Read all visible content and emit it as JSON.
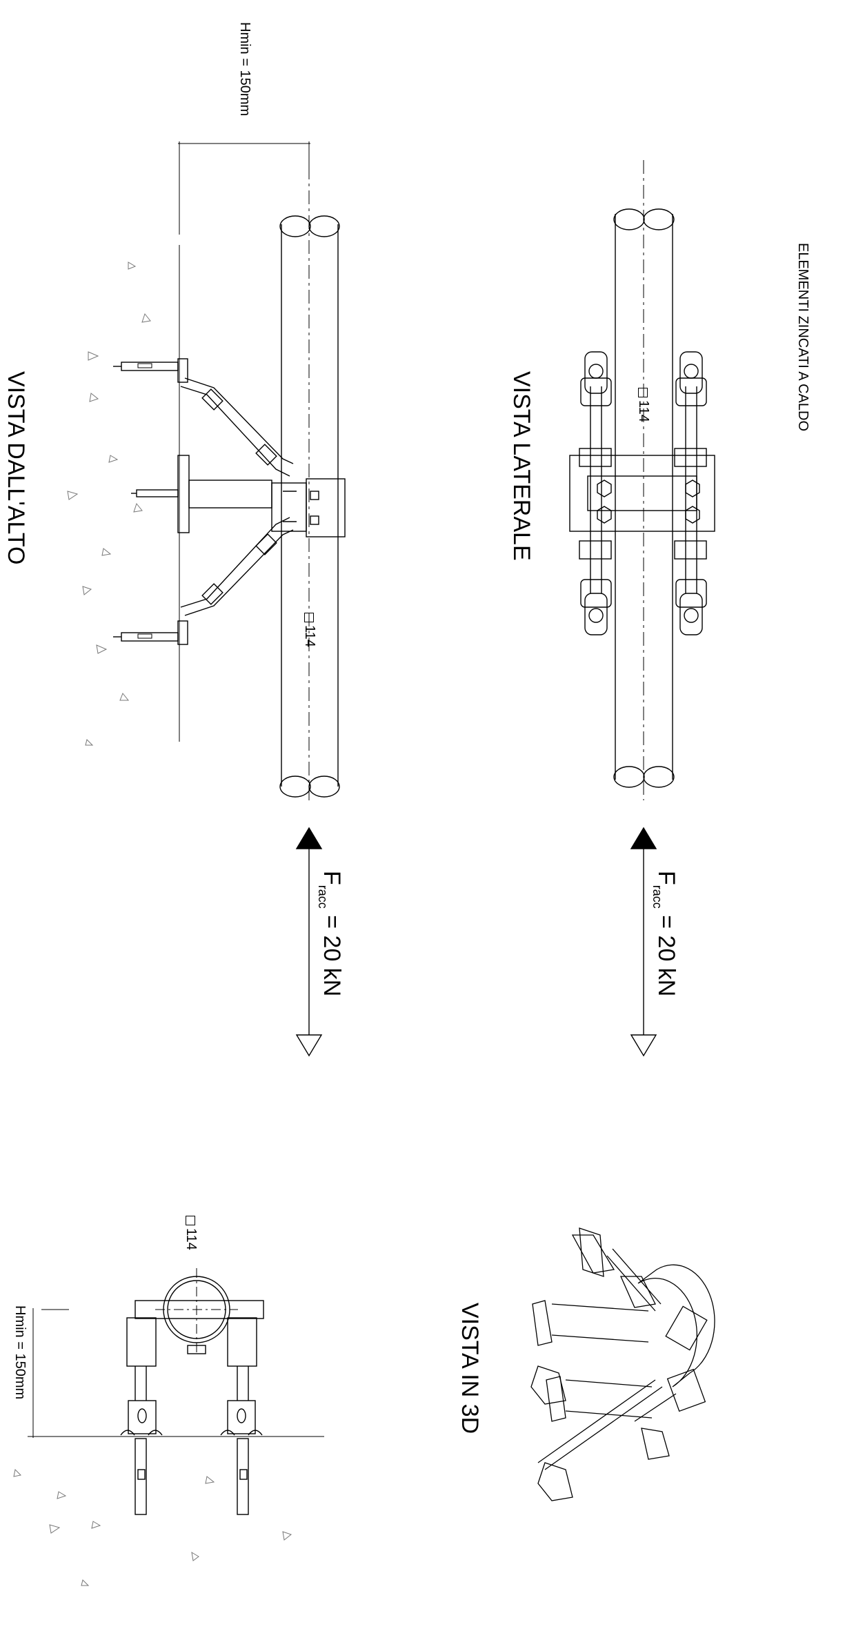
{
  "notes": "ELEMENTI ZINCATI A CALDO",
  "views": {
    "laterale": "VISTA LATERALE",
    "alto": "VISTA DALL'ALTO",
    "vista3d": "VISTA IN 3D"
  },
  "dimensions": {
    "hmin_top": "Hmin = 150mm",
    "hmin_bottom": "Hmin = 150mm",
    "pipe_top_view": "114",
    "pipe_side_view": "114",
    "pipe_section": "114"
  },
  "forces": {
    "top_view": {
      "symbol": "F",
      "subscript": "racc",
      "value": " = 20 kN"
    },
    "side_view": {
      "symbol": "F",
      "subscript": "racc",
      "value": " = 20 kN"
    }
  },
  "colors": {
    "line": "#000000",
    "hatch": "#888888"
  }
}
